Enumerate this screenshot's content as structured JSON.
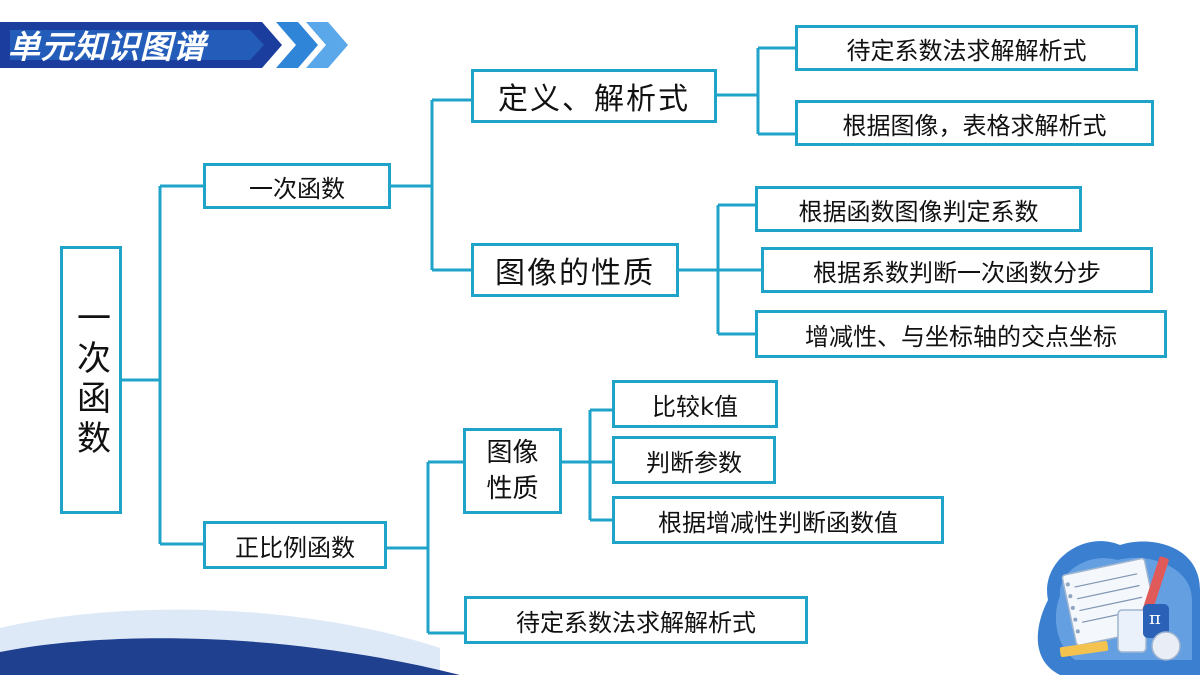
{
  "header": {
    "title": "单元知识图谱"
  },
  "colors": {
    "line": "#1fa3c9",
    "banner_dark": "#1a3d9e",
    "banner_light": "#2f86d9",
    "wave": "#1f3f8f"
  },
  "mindmap": {
    "root": {
      "label": "一次函数"
    },
    "branch_linear": {
      "label": "一次函数",
      "definition": {
        "label": "定义、解析式",
        "items": [
          "待定系数法求解解析式",
          "根据图像，表格求解析式"
        ]
      },
      "graph_props": {
        "label": "图像的性质",
        "items": [
          "根据函数图像判定系数",
          "根据系数判断一次函数分步",
          "增减性、与坐标轴的交点坐标"
        ]
      }
    },
    "branch_proportional": {
      "label": "正比例函数",
      "graph_props": {
        "line1": "图像",
        "line2": "性质",
        "items": [
          "比较k值",
          "判断参数",
          "根据增减性判断函数值"
        ]
      },
      "method": {
        "label": "待定系数法求解解析式"
      }
    }
  },
  "decoration": {
    "icon": "math-notebook-illustration",
    "pi_symbol": "π"
  }
}
